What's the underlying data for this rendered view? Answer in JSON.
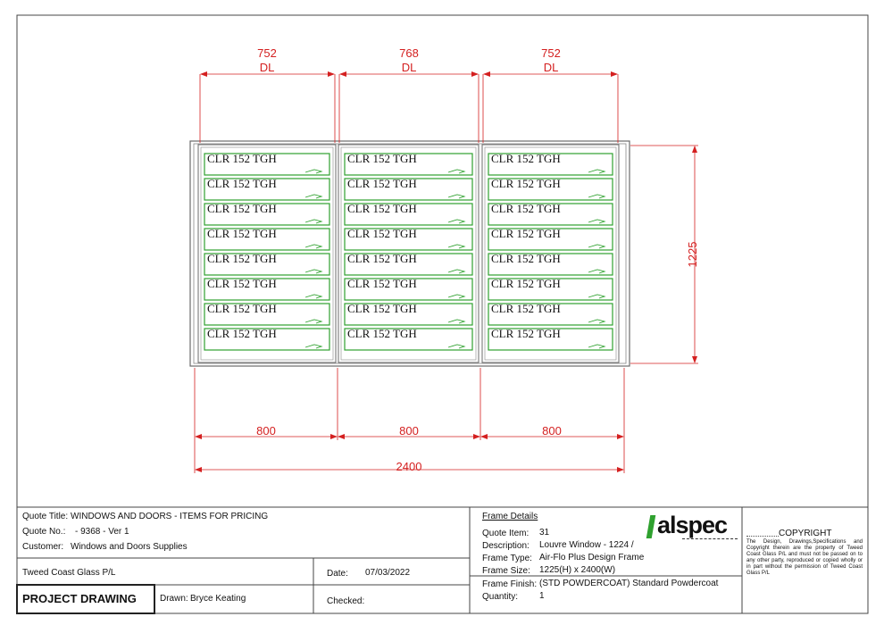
{
  "drawing": {
    "top_dims": [
      {
        "value": "752",
        "suffix": "DL"
      },
      {
        "value": "768",
        "suffix": "DL"
      },
      {
        "value": "752",
        "suffix": "DL"
      }
    ],
    "height_dim": "1225",
    "bottom_dims": [
      "800",
      "800",
      "800"
    ],
    "overall_dim": "2400",
    "louvres_per_panel": 8,
    "louvre_label": "CLR 152 TGH",
    "colors": {
      "frame": "#6b6b6b",
      "louvre": "#2fa12f",
      "dim": "#d42020",
      "border": "#444444"
    }
  },
  "title_block": {
    "quote_title_label": "Quote Title:",
    "quote_title": "WINDOWS AND DOORS - ITEMS FOR PRICING",
    "quote_no_label": "Quote No.:",
    "quote_no": "- 9368 -  Ver 1",
    "customer_label": "Customer:",
    "customer": "Windows and Doors Supplies",
    "company": "Tweed Coast Glass P/L",
    "date_label": "Date:",
    "date": "07/03/2022",
    "project_drawing": "PROJECT DRAWING",
    "drawn_label": "Drawn:",
    "drawn_by": "Bryce Keating",
    "checked_label": "Checked:"
  },
  "frame_details": {
    "heading": "Frame Details",
    "rows": [
      {
        "label": "Quote Item:",
        "value": "31"
      },
      {
        "label": "Description:",
        "value": "Louvre Window - 1224 /"
      },
      {
        "label": "Frame Type:",
        "value": "Air-Flo Plus Design Frame"
      },
      {
        "label": "Frame Size:",
        "value": "1225(H) x 2400(W)"
      },
      {
        "label": "Frame Finish:",
        "value": "(STD POWDERCOAT) Standard Powdercoat"
      },
      {
        "label": "Quantity:",
        "value": "1"
      }
    ]
  },
  "logo": {
    "text": "alspec"
  },
  "copyright": {
    "heading": "COPYRIGHT",
    "text": "The Design, Drawings,Specifications and Copyright therein are the property of Tweed Coast Glass P/L and must not be passed on to any other party, reproduced or copied wholly or in part without the permission of Tweed Coast Glass P/L"
  }
}
